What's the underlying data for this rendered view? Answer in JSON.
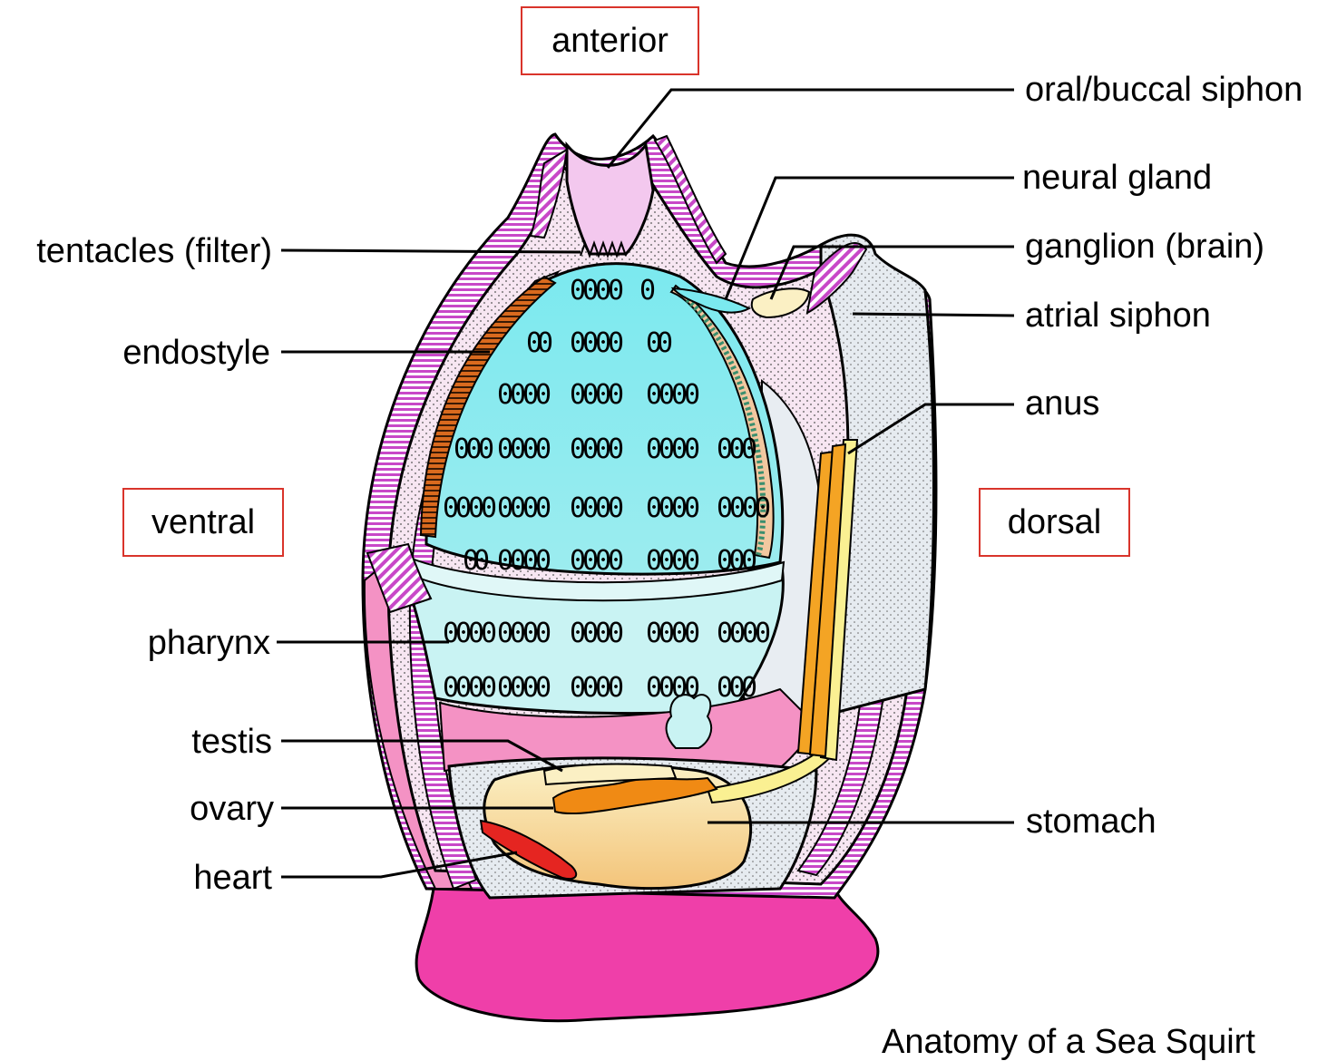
{
  "orientation": {
    "anterior": "anterior",
    "ventral": "ventral",
    "dorsal": "dorsal"
  },
  "labels": {
    "oral_siphon": "oral/buccal siphon",
    "neural_gland": "neural gland",
    "ganglion": "ganglion (brain)",
    "atrial_siphon": "atrial siphon",
    "anus": "anus",
    "stomach": "stomach",
    "tentacles": "tentacles (filter)",
    "endostyle": "endostyle",
    "pharynx": "pharynx",
    "testis": "testis",
    "ovary": "ovary",
    "heart": "heart"
  },
  "caption": "Anatomy of a Sea Squirt",
  "slit_text": "0000",
  "colors": {
    "tunic": "#f04fb4",
    "tunic_light": "#f6a3d2",
    "mantle_stripe": "#c848c8",
    "pharynx": "#7be9ef",
    "pharynx_lower": "#c9f3f3",
    "siphon": "#f3c8ee",
    "endostyle": "#d96a1e",
    "stomach": "#f7dca0",
    "gonad": "#f08a14",
    "heart": "#e52521",
    "intestine": "#f4a424",
    "intestine_light": "#faf092",
    "atrium": "#e7eaf0",
    "box_border": "#d9342b"
  }
}
